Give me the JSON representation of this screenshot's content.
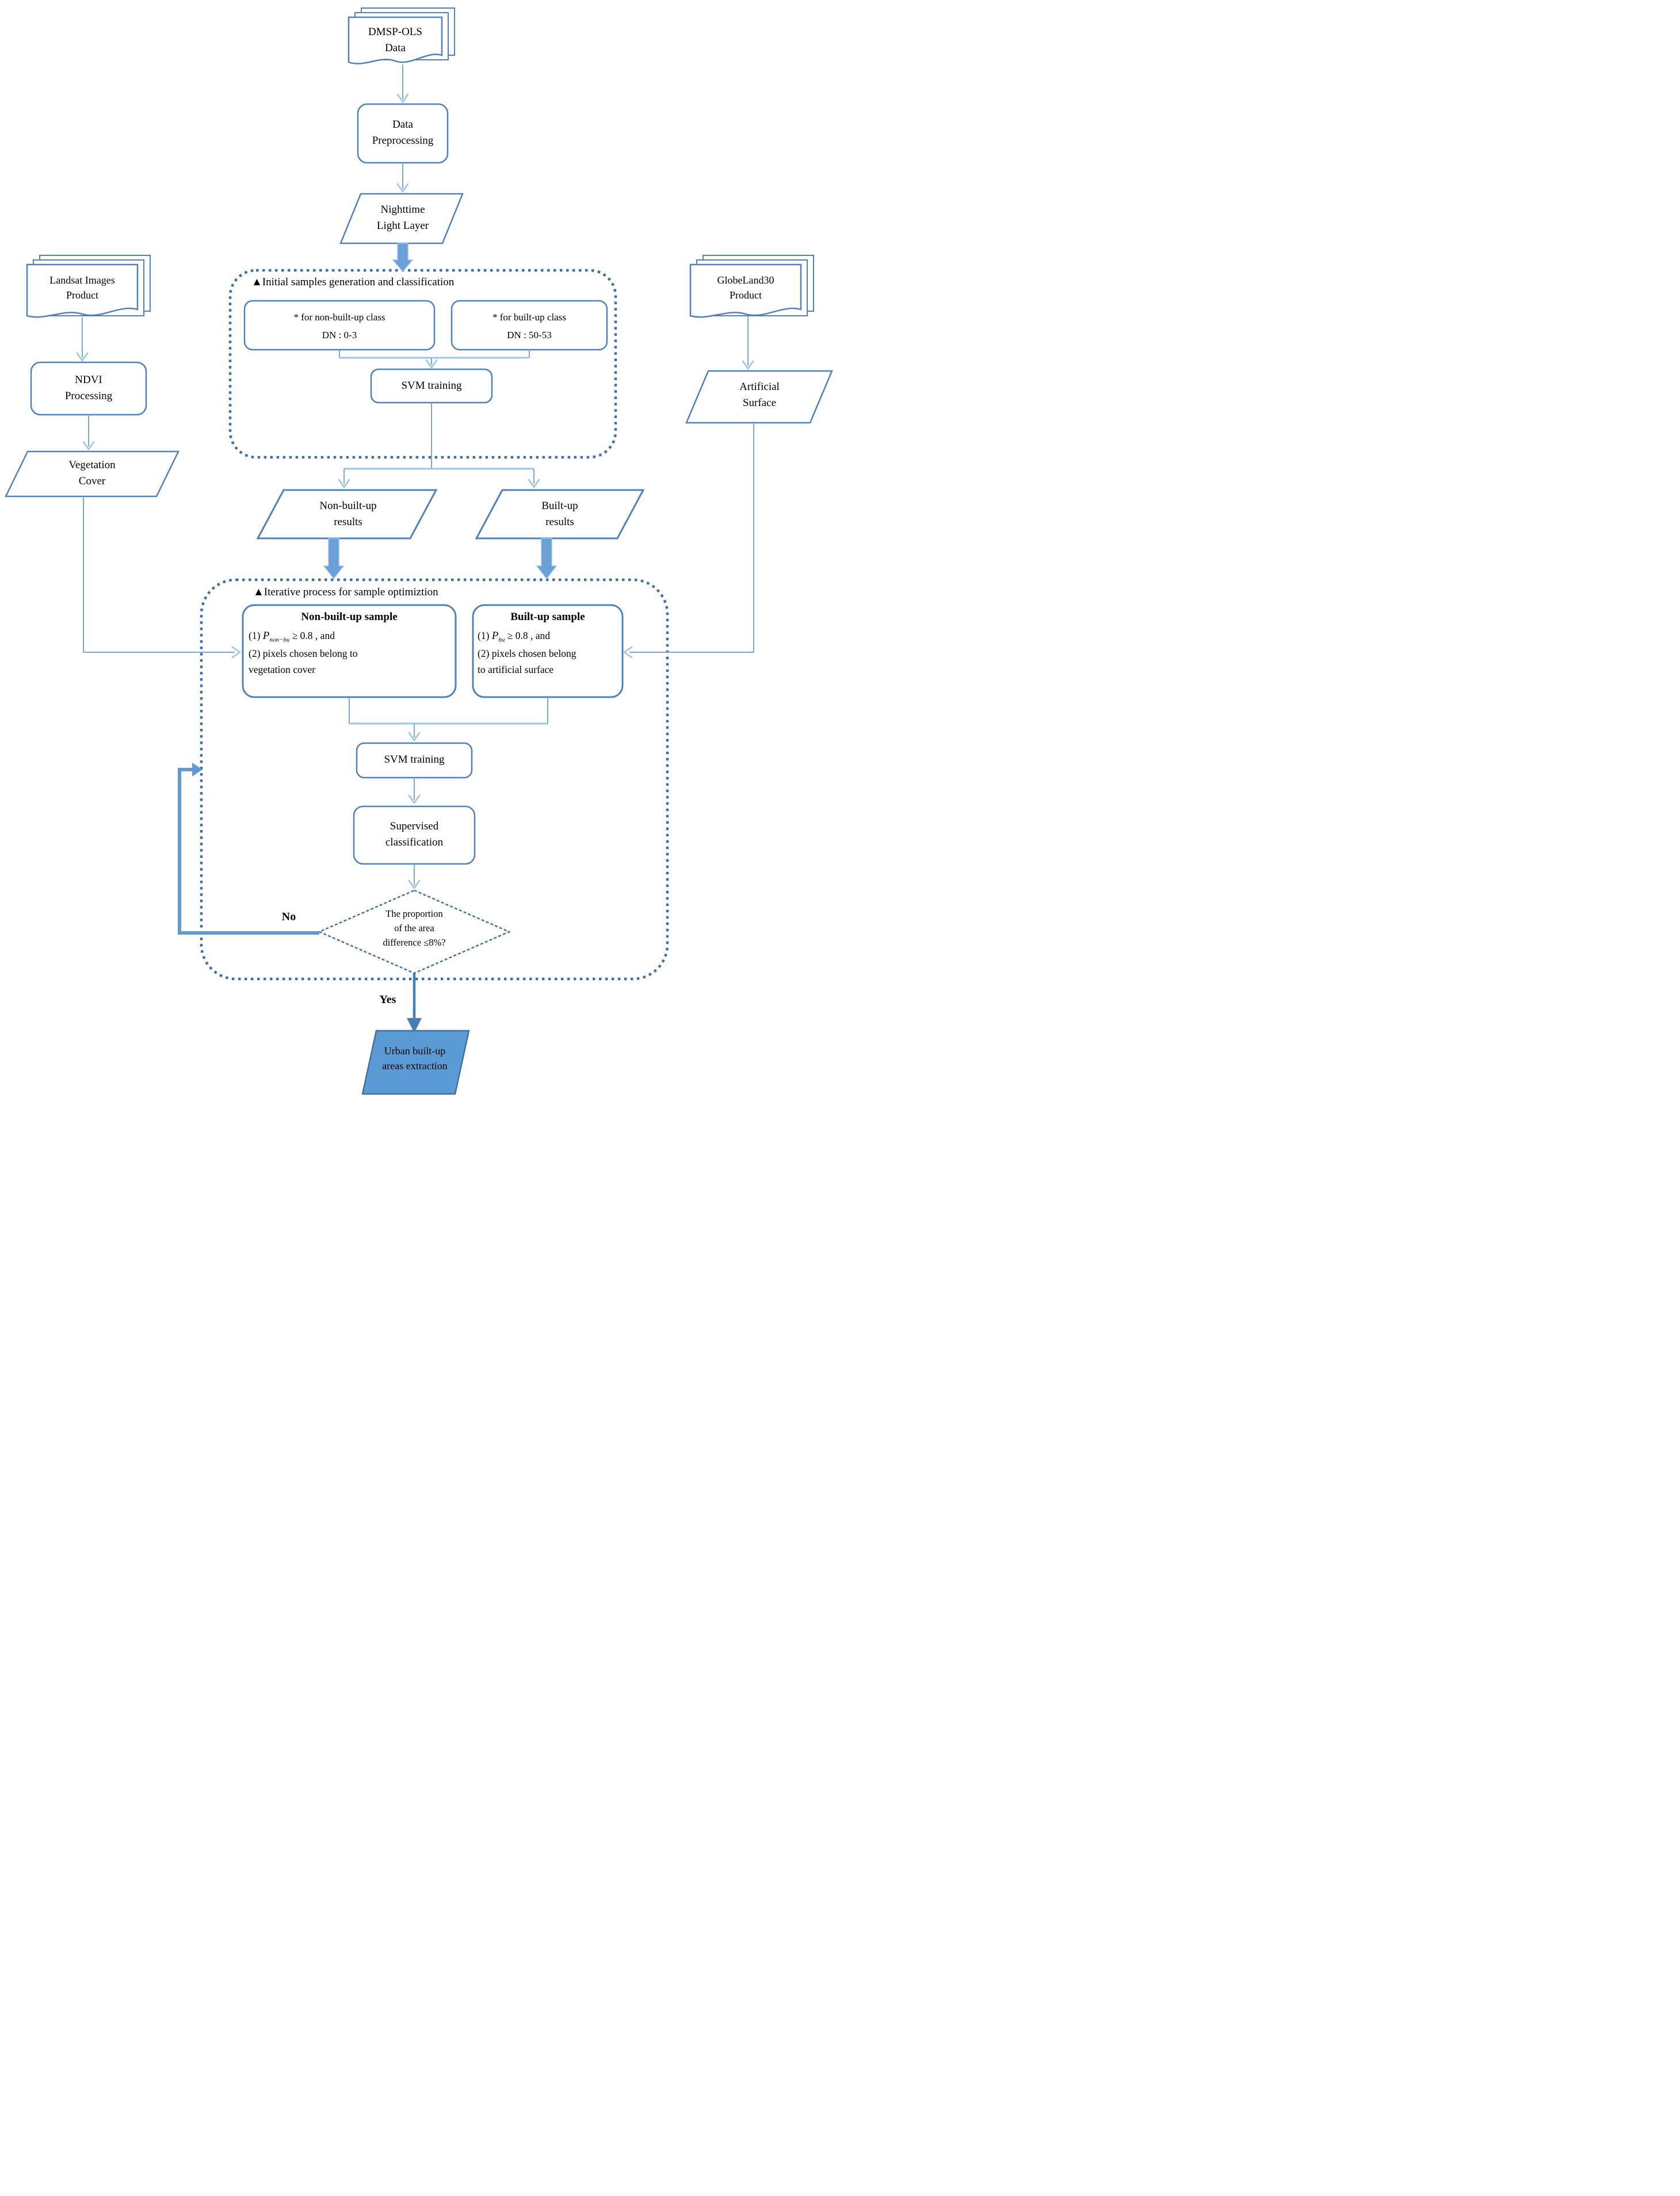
{
  "palette": {
    "accent": "#4f81bd",
    "accent_dark": "#41719c",
    "dotted_border": "#3e6fa4",
    "line": "#7ba7d7",
    "line_light": "#9cc3e8",
    "block_fill": "#6b9fd8",
    "loop_arrow": "#5f9ad0",
    "yes_arrow": "#4a7eb0",
    "output_fill": "#5b9bd5",
    "text": "#000000"
  },
  "nodes": {
    "dmsp": {
      "line1": "DMSP-OLS",
      "line2": "Data"
    },
    "data_preprocessing": {
      "line1": "Data",
      "line2": "Preprocessing"
    },
    "nighttime_light": {
      "line1": "Nighttime",
      "line2": "Light Layer"
    },
    "landsat": {
      "line1": "Landsat Images",
      "line2": "Product"
    },
    "ndvi": {
      "line1": "NDVI",
      "line2": "Processing"
    },
    "vegetation_cover": {
      "line1": "Vegetation",
      "line2": "Cover"
    },
    "globeland": {
      "line1": "GlobeLand30",
      "line2": "Product"
    },
    "artificial_surface": {
      "line1": "Artificial",
      "line2": "Surface"
    },
    "urban_extraction": {
      "line1": "Urban built-up",
      "line2": "areas extraction"
    }
  },
  "stage1": {
    "title": "▲Initial samples generation and classification",
    "non_built_box": {
      "line1": "* for non-built-up class",
      "line2": "DN : 0-3"
    },
    "built_box": {
      "line1": "* for built-up class",
      "line2": "DN : 50-53"
    },
    "svm": "SVM training",
    "non_built_result": {
      "line1": "Non-built-up",
      "line2": "results"
    },
    "built_result": {
      "line1": "Built-up",
      "line2": "results"
    }
  },
  "stage2": {
    "title": "▲Iterative process for sample optimiztion",
    "non_built_sample": {
      "title": "Non-built-up sample",
      "cond1_pre": "(1) ",
      "cond1_var": "P",
      "cond1_sub": "non−bu",
      "cond1_post": " ≥ 0.8 , and",
      "cond2": "(2) pixels chosen belong to",
      "cond3": "vegetation cover"
    },
    "built_sample": {
      "title": "Built-up sample",
      "cond1_pre": "(1) ",
      "cond1_var": "P",
      "cond1_sub": "bu",
      "cond1_post": " ≥ 0.8 , and",
      "cond2": "(2) pixels chosen belong",
      "cond3": "to artificial surface"
    },
    "svm": "SVM training",
    "supervised": {
      "line1": "Supervised",
      "line2": "classification"
    },
    "decision": {
      "line1": "The proportion",
      "line2": "of the area",
      "line3": "difference ≤8%?"
    }
  },
  "labels": {
    "no": "No",
    "yes": "Yes"
  }
}
